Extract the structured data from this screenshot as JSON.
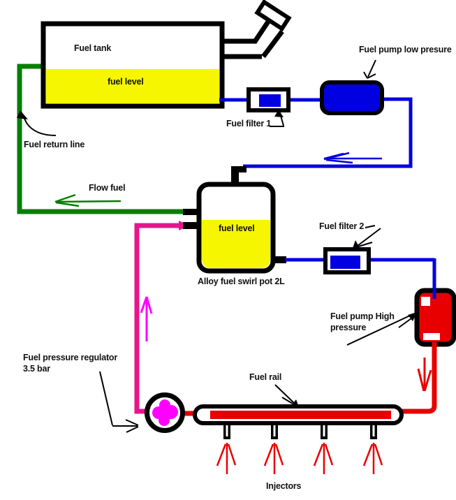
{
  "diagram": {
    "labels": {
      "fuel_tank": "Fuel tank",
      "tank_fuel_level": "fuel level",
      "fuel_pump_low": "Fuel pump low presure",
      "fuel_filter_1": "Fuel filter 1",
      "fuel_return_line": "Fuel return line",
      "flow_fuel": "Flow fuel",
      "pot_fuel_level": "fuel level",
      "swirl_pot": "Alloy fuel swirl pot 2L",
      "fuel_filter_2": "Fuel filter 2",
      "fuel_pump_high_line1": "Fuel pump High",
      "fuel_pump_high_line2": "pressure",
      "regulator_line1": "Fuel pressure regulator",
      "regulator_line2": "3.5 bar",
      "fuel_rail": "Fuel rail",
      "injectors": "Injectors"
    },
    "colors": {
      "blue": "#0000e0",
      "green": "#008000",
      "pink": "#e8148c",
      "magenta": "#ff00ff",
      "red": "#e80000",
      "yellow": "#f6f600",
      "black": "#000000",
      "background": "#ffffff"
    }
  }
}
